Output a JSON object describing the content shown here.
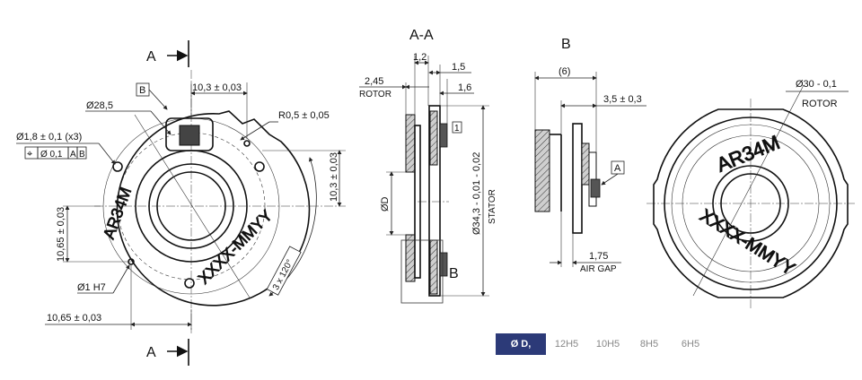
{
  "labels": {
    "section_A_top": "A",
    "section_A_bottom": "A",
    "section_AA_title": "A-A",
    "detail_B_title": "B",
    "detail_B_ref": "B",
    "callout_B_box": "B",
    "callout_A_box": "A",
    "callout_1_box": "1",
    "logo_text_1": "AR34M",
    "logo_text_2": "XXXX-MMYY",
    "logo_text_3": "AR34M",
    "logo_text_4": "XXXX-MMYY"
  },
  "dims": {
    "d28_5": "Ø28,5",
    "hole_dia": "Ø1,8 ± 0,1 (x3)",
    "pos_tol_1": "⌖",
    "pos_tol_2": "Ø 0,1",
    "pos_tol_3": "A",
    "pos_tol_4": "B",
    "d103_top": "10,3 ± 0,03",
    "radius": "R0,5 ± 0,05",
    "d103_right": "10,3 ± 0,03",
    "angle": "3 x 120°",
    "d1065_left": "10,65 ± 0,03",
    "d1065_bottom": "10,65 ± 0,03",
    "pin": "Ø1 H7",
    "sec_1_2": "1,2",
    "sec_1_5": "1,5",
    "sec_2_45": "2,45",
    "sec_rotor": "ROTOR",
    "sec_1_6": "1,6",
    "sec_od": "ØD",
    "sec_d343": "Ø34,3 - 0,01 - 0,02",
    "sec_stator": "STATOR",
    "b_6": "(6)",
    "b_3_5": "3,5 ± 0,3",
    "b_1_75": "1,75",
    "b_airgap": "AIR GAP",
    "r_d30": "Ø30 - 0,1",
    "r_rotor": "ROTOR"
  },
  "size_selector": {
    "header": "Ø D, mm",
    "options": [
      "12H5",
      "10H5",
      "8H5",
      "6H5"
    ]
  }
}
